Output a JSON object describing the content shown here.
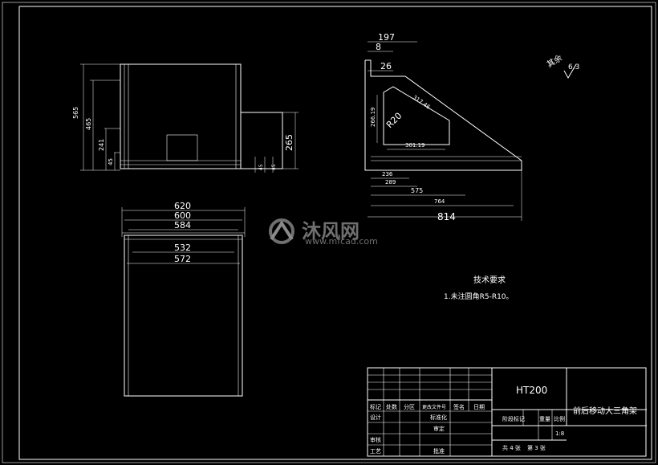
{
  "front_view": {
    "dim_left_outer": "565",
    "dim_left_mid": "465",
    "dim_left_inner": "241",
    "dim_left_small": "45",
    "dim_right_height": "265",
    "dim_bottom_a": "45",
    "dim_bottom_b": "45"
  },
  "top_view": {
    "dims": [
      "620",
      "600",
      "584",
      "532",
      "572"
    ]
  },
  "side_view": {
    "dim_197": "197",
    "dim_8": "8",
    "dim_26": "26",
    "dim_r20": "R20",
    "dim_slant": "317.46",
    "dim_vert": "266.19",
    "dim_horiz": "301.19",
    "dim_236": "236",
    "dim_289": "289",
    "dim_575": "575",
    "dim_764": "764",
    "dim_814": "814"
  },
  "roughness": {
    "label": "其余",
    "value": "6.3"
  },
  "tech_requirements": {
    "title": "技术要求",
    "item1": "1.未注圆角R5-R10。"
  },
  "title_block": {
    "material": "HT200",
    "part_name": "前后移动大三角架",
    "h_mark": "标记",
    "h_count": "处数",
    "h_zone": "分区",
    "h_docno": "更改文件号",
    "h_sign": "签名",
    "h_date": "日期",
    "r_design": "设计",
    "r_standard": "标准化",
    "r_review": "审核",
    "r_check": "审定",
    "r_craft": "工艺",
    "r_approve": "批准",
    "stage_mark": "阶段标记",
    "weight": "重量",
    "scale": "比例",
    "scale_value": "1:8",
    "sheets": "共 4 张",
    "sheet_no": "第 3 张"
  },
  "watermark": {
    "brand": "沐风网",
    "url": "www.mfcad.com"
  }
}
